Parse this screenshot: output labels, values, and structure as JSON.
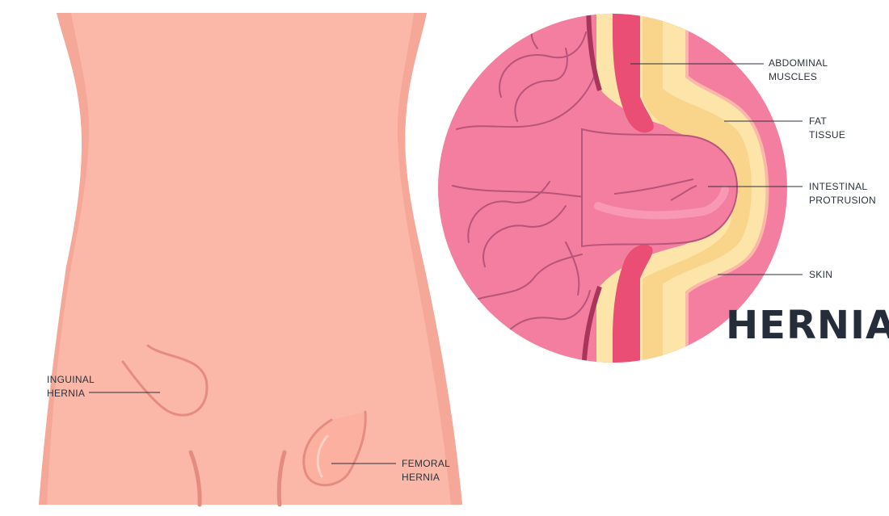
{
  "title": "HERNIA",
  "labels": {
    "abdominal_muscles": [
      "ABDOMINAL",
      "MUSCLES"
    ],
    "fat_tissue": [
      "FAT",
      "TISSUE"
    ],
    "intestinal_protrusion": [
      "INTESTINAL",
      "PROTRUSION"
    ],
    "skin": [
      "SKIN"
    ],
    "inguinal_hernia": [
      "INGUINAL",
      "HERNIA"
    ],
    "femoral_hernia": [
      "FEMORAL",
      "HERNIA"
    ]
  },
  "colors": {
    "skin_body": "#fbb8a8",
    "skin_shadow": "#f49f8e",
    "intestine": "#f47ea0",
    "intestine_line": "#b8547a",
    "muscle": "#ea4e74",
    "fat": "#fde4a8",
    "fat_dark": "#f7cf7a",
    "title_text": "#262d3a",
    "leader_line": "#2b313a"
  }
}
